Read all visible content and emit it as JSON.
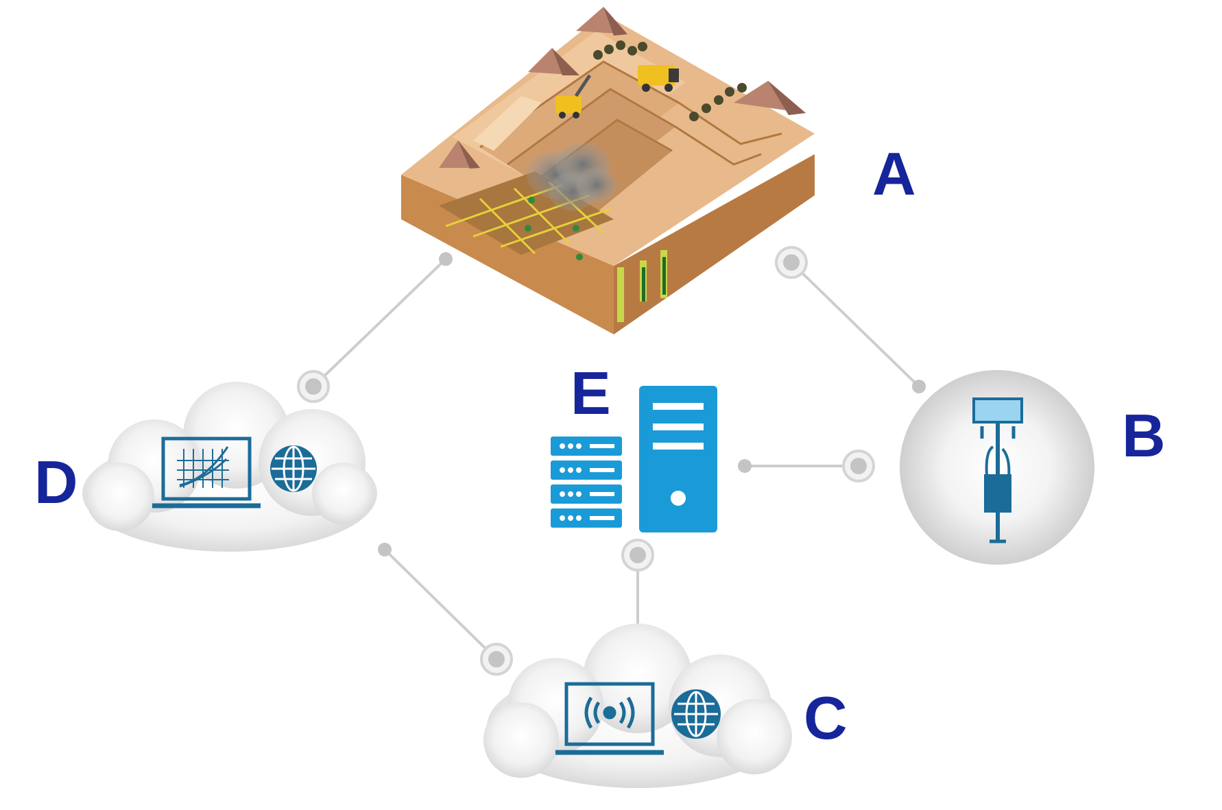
{
  "labels": {
    "a": "A",
    "b": "B",
    "c": "C",
    "d": "D",
    "e": "E"
  },
  "nodes": {
    "a": "mine-site-illustration",
    "b": "sensor-station",
    "c": "monitoring-cloud",
    "d": "analytics-cloud",
    "e": "server"
  },
  "colors": {
    "label": "#16259a",
    "icon_blue": "#1a9bd8",
    "icon_dark_blue": "#1b6c98",
    "connector": "#c8c8c8",
    "terrain": "#d9a46f"
  }
}
